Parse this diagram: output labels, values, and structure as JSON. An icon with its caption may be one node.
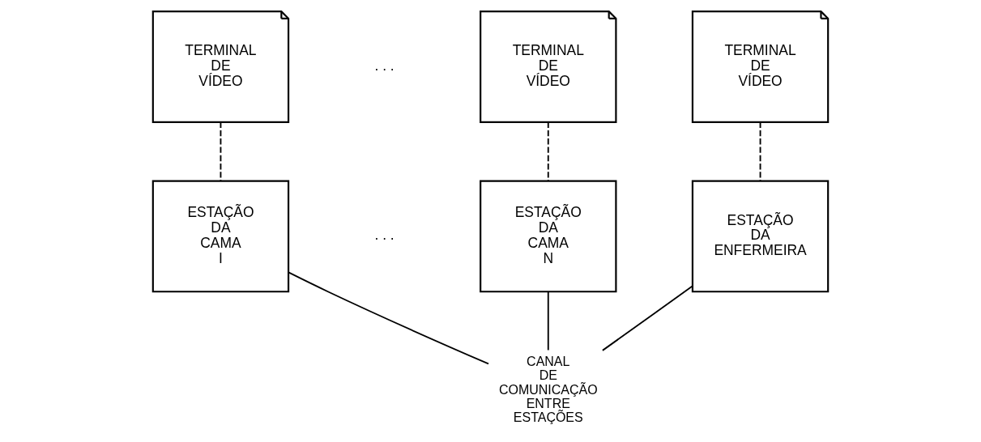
{
  "diagram": {
    "nodes": [
      {
        "text": [
          "TERMINAL DE VÍDEO"
        ]
      },
      {
        "text": [
          "TERMINAL DE VÍDEO"
        ]
      },
      {
        "text": [
          "TERMINAL DE VÍDEO"
        ]
      },
      {
        "text": [
          "ESTAÇÃO DA CAMA I"
        ]
      },
      {
        "text": [
          "ESTAÇÃO DA CAMA N"
        ]
      },
      {
        "text": [
          "ESTAÇÃO DA ENFERMEIRA"
        ]
      },
      {
        "text": [
          "CANAL DE COMUNICAÇÃO ENTRE ESTAÇÕES"
        ]
      }
    ],
    "edges": [
      {
        "from": 0,
        "to": 3,
        "arrow": "none",
        "style": "dashed"
      },
      {
        "from": 1,
        "to": 4,
        "arrow": "none",
        "style": "dashed"
      },
      {
        "from": 2,
        "to": 5,
        "arrow": "none",
        "style": "dashed"
      },
      {
        "from": 3,
        "to": 6,
        "arrow": "none"
      },
      {
        "from": 4,
        "to": 6,
        "arrow": "none"
      },
      {
        "from": 5,
        "to": 6,
        "arrow": "none"
      }
    ],
    "labels": [
      ". . .",
      ". . ."
    ]
  }
}
